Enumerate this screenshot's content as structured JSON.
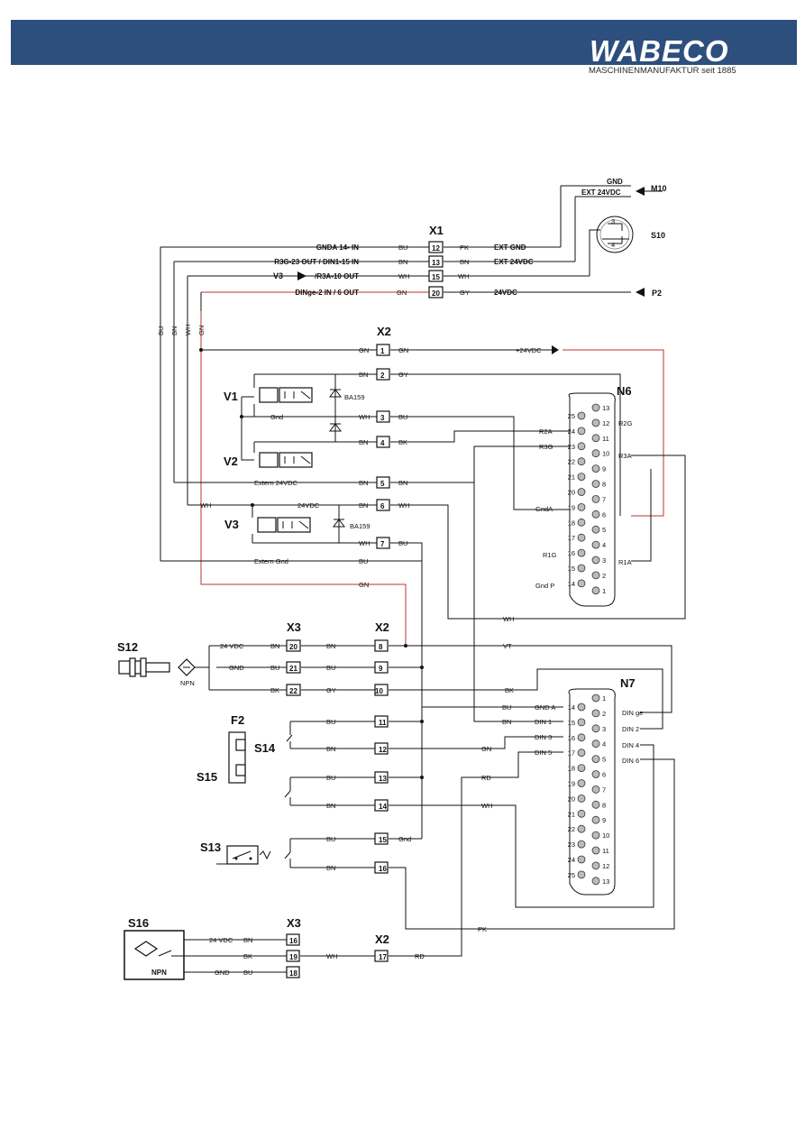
{
  "brand": {
    "logo": "WABECO",
    "tagline": "MASCHINENMANUFAKTUR seit 1885"
  },
  "components": {
    "x1": "X1",
    "x2": "X2",
    "x3": "X3",
    "n6": "N6",
    "n7": "N7",
    "m10": "M10",
    "s10": "S10",
    "p2": "P2",
    "v1": "V1",
    "v2": "V2",
    "v3": "V3",
    "s12": "S12",
    "f2": "F2",
    "s14": "S14",
    "s15": "S15",
    "s13": "S13",
    "s16": "S16",
    "npn": "NPN"
  },
  "x1_rows": [
    {
      "left": "GNDA 14- IN",
      "color": "BU",
      "term": "12",
      "rcolor": "PK",
      "right": "EXT GND"
    },
    {
      "left": "R3G-23 OUT / DIN1-15 IN",
      "color": "BN",
      "term": "13",
      "rcolor": "BN",
      "right": "EXT 24VDC"
    },
    {
      "left": "/R3A-10 OUT",
      "color": "WH",
      "term": "15",
      "rcolor": "WH",
      "right": ""
    },
    {
      "left": "DINge-2 IN / 6 OUT",
      "color": "GN",
      "term": "20",
      "rcolor": "GY",
      "right": "24VDC"
    }
  ],
  "s10_labels": {
    "gnd": "GND",
    "ext24": "EXT 24VDC"
  },
  "vertical_labels": [
    "BU",
    "BN",
    "WH",
    "GN"
  ],
  "x2_rows": [
    {
      "lcolor": "GN",
      "term": "1",
      "rcolor": "GN",
      "note": "+24VDC"
    },
    {
      "lcolor": "BN",
      "term": "2",
      "rcolor": "GY",
      "note": ""
    },
    {
      "lcolor": "WH",
      "term": "3",
      "rcolor": "BU",
      "note": "Gnd"
    },
    {
      "lcolor": "BN",
      "term": "4",
      "rcolor": "BK",
      "note": ""
    },
    {
      "lcolor": "BN",
      "term": "5",
      "rcolor": "BN",
      "note": "Extern 24VDC"
    },
    {
      "lcolor": "BN",
      "term": "6",
      "rcolor": "WH",
      "note": "24VDC"
    },
    {
      "lcolor": "WH",
      "term": "7",
      "rcolor": "BU",
      "note": ""
    }
  ],
  "diodes": {
    "d1": "BA159",
    "d2": "BA159"
  },
  "misc_labels": {
    "extern_gnd": "Extern Gnd",
    "gn": "GN",
    "wh": "WH",
    "wh_left": "WH"
  },
  "n6_left_pins": [
    "25",
    "24",
    "23",
    "22",
    "21",
    "20",
    "19",
    "18",
    "17",
    "16",
    "15",
    "14"
  ],
  "n6_right_pins": [
    "13",
    "12",
    "11",
    "10",
    "9",
    "8",
    "7",
    "6",
    "5",
    "4",
    "3",
    "2",
    "1"
  ],
  "n6_signals": {
    "r2g": "R2G",
    "r2a": "R2A",
    "r3g": "R3G",
    "r3a": "R3A",
    "gnda": "GndA",
    "r1g": "R1G",
    "r1a": "R1A",
    "gndp": "Gnd P"
  },
  "x3_rows": [
    {
      "sig": "24 VDC",
      "color": "BN",
      "term": "20",
      "x2color": "BN",
      "x2term": "8",
      "out": "VT"
    },
    {
      "sig": "GND",
      "color": "BU",
      "term": "21",
      "x2color": "BU",
      "x2term": "9",
      "out": ""
    },
    {
      "sig": "",
      "color": "BK",
      "term": "22",
      "x2color": "GY",
      "x2term": "10",
      "out": "BK"
    }
  ],
  "x2_lower": [
    {
      "color": "BU",
      "term": "11",
      "out": "BU"
    },
    {
      "color": "BN",
      "term": "12",
      "out": "GN"
    },
    {
      "color": "BU",
      "term": "13",
      "out": "RD"
    },
    {
      "color": "BN",
      "term": "14",
      "out": "WH"
    },
    {
      "color": "BU",
      "term": "15",
      "out": "Gnd"
    },
    {
      "color": "BN",
      "term": "16",
      "out": "PK"
    }
  ],
  "n7_left_pins": [
    "14",
    "15",
    "16",
    "17",
    "18",
    "19",
    "20",
    "21",
    "22",
    "23",
    "24",
    "25"
  ],
  "n7_right_pins": [
    "1",
    "2",
    "3",
    "4",
    "5",
    "6",
    "7",
    "8",
    "9",
    "10",
    "11",
    "12",
    "13"
  ],
  "n7_signals": {
    "gnda": "GND A",
    "din1": "DIN 1",
    "din3": "DIN 3",
    "din5": "DIN 5",
    "dinge": "DIN ge",
    "din2": "DIN 2",
    "din4": "DIN 4",
    "din6": "DIN 6",
    "bu": "BU",
    "bn": "BN"
  },
  "s16_rows": [
    {
      "sig": "24 VDC",
      "color": "BN",
      "term": "16"
    },
    {
      "sig": "",
      "color": "BK",
      "term": "19",
      "x2color": "WH",
      "x2term": "17",
      "out": "RD"
    },
    {
      "sig": "GND",
      "color": "BU",
      "term": "18"
    }
  ],
  "colors": {
    "wire": "#111111",
    "red_wire": "#c03030",
    "header": "#2d4f7e"
  }
}
